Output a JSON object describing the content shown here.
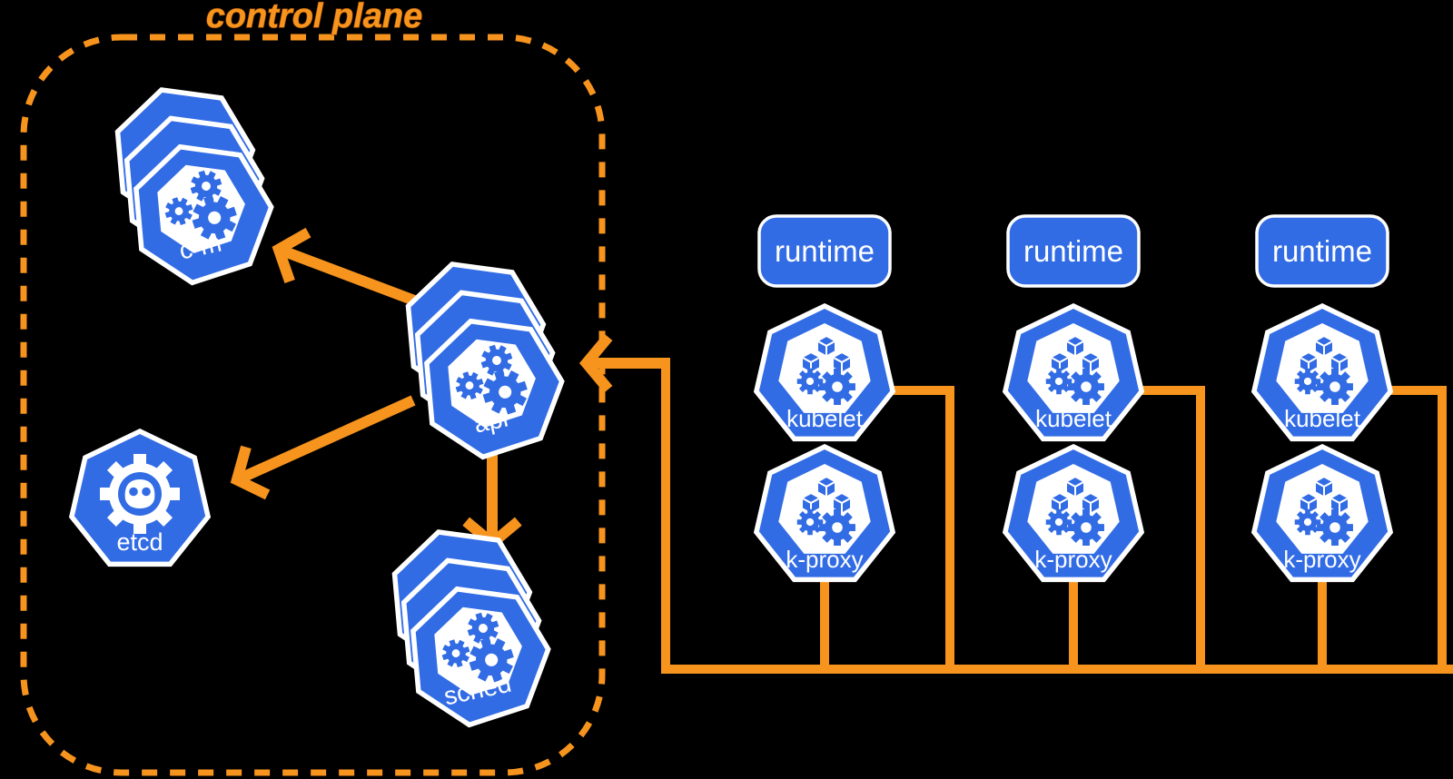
{
  "colors": {
    "blue": "#326CE5",
    "orange": "#F7941E",
    "white": "#FFFFFF",
    "background": "#000000"
  },
  "control_plane": {
    "label": "control plane",
    "components": {
      "cm": {
        "label": "c-m"
      },
      "api": {
        "label": "api"
      },
      "etcd": {
        "label": "etcd"
      },
      "sched": {
        "label": "sched"
      }
    }
  },
  "nodes": [
    {
      "runtime_label": "runtime",
      "kubelet_label": "kubelet",
      "kproxy_label": "k-proxy"
    },
    {
      "runtime_label": "runtime",
      "kubelet_label": "kubelet",
      "kproxy_label": "k-proxy"
    },
    {
      "runtime_label": "runtime",
      "kubelet_label": "kubelet",
      "kproxy_label": "k-proxy"
    }
  ]
}
